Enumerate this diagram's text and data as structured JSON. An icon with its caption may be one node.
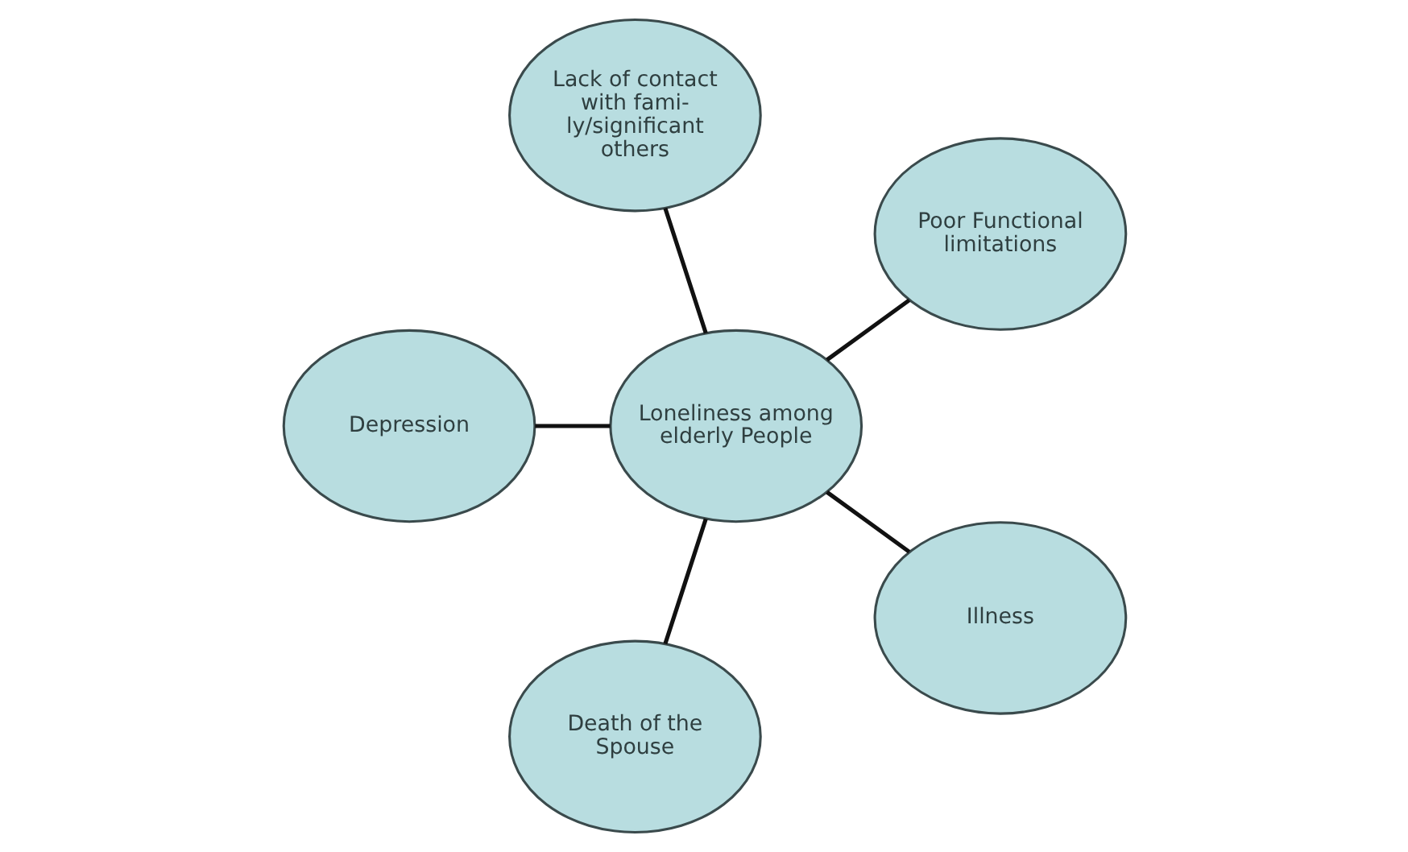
{
  "diagram": {
    "nodes": [
      {
        "text": [
          "Poor Functional limitations"
        ]
      },
      {
        "text": [
          "Lack of contact with fami- ly/significant others"
        ]
      },
      {
        "text": [
          "Depression"
        ]
      },
      {
        "text": [
          "Loneliness among elderly People"
        ]
      },
      {
        "text": [
          "Death of the Spouse"
        ]
      },
      {
        "text": [
          "Illness"
        ]
      }
    ],
    "edges": [
      {
        "from": 3,
        "to": 0,
        "arrow": "none"
      },
      {
        "from": 3,
        "to": 1,
        "arrow": "none"
      },
      {
        "from": 3,
        "to": 2,
        "arrow": "none"
      },
      {
        "from": 3,
        "to": 4,
        "arrow": "none"
      },
      {
        "from": 3,
        "to": 5,
        "arrow": "none"
      }
    ]
  }
}
